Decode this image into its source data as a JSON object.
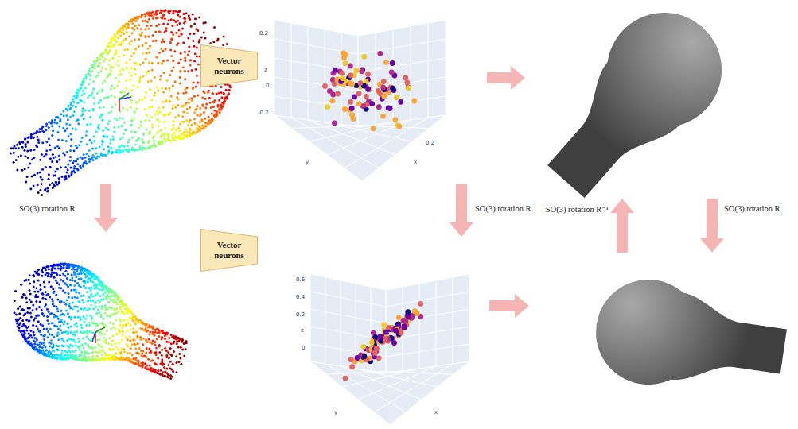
{
  "diagram": {
    "nodes": [
      {
        "text": [
          "Vector neurons"
        ]
      },
      {
        "text": [
          "Vector neurons"
        ]
      }
    ],
    "labels": [
      "SO(3) rotation R",
      "SO(3) rotation R",
      "SO(3) rotation R⁻¹",
      "SO(3) rotation R",
      "0.2",
      "z",
      "0",
      "-0.2",
      "y",
      "x",
      "0.2",
      "0.6",
      "0.4",
      "0.2",
      "z",
      "0",
      "y",
      "x"
    ]
  }
}
